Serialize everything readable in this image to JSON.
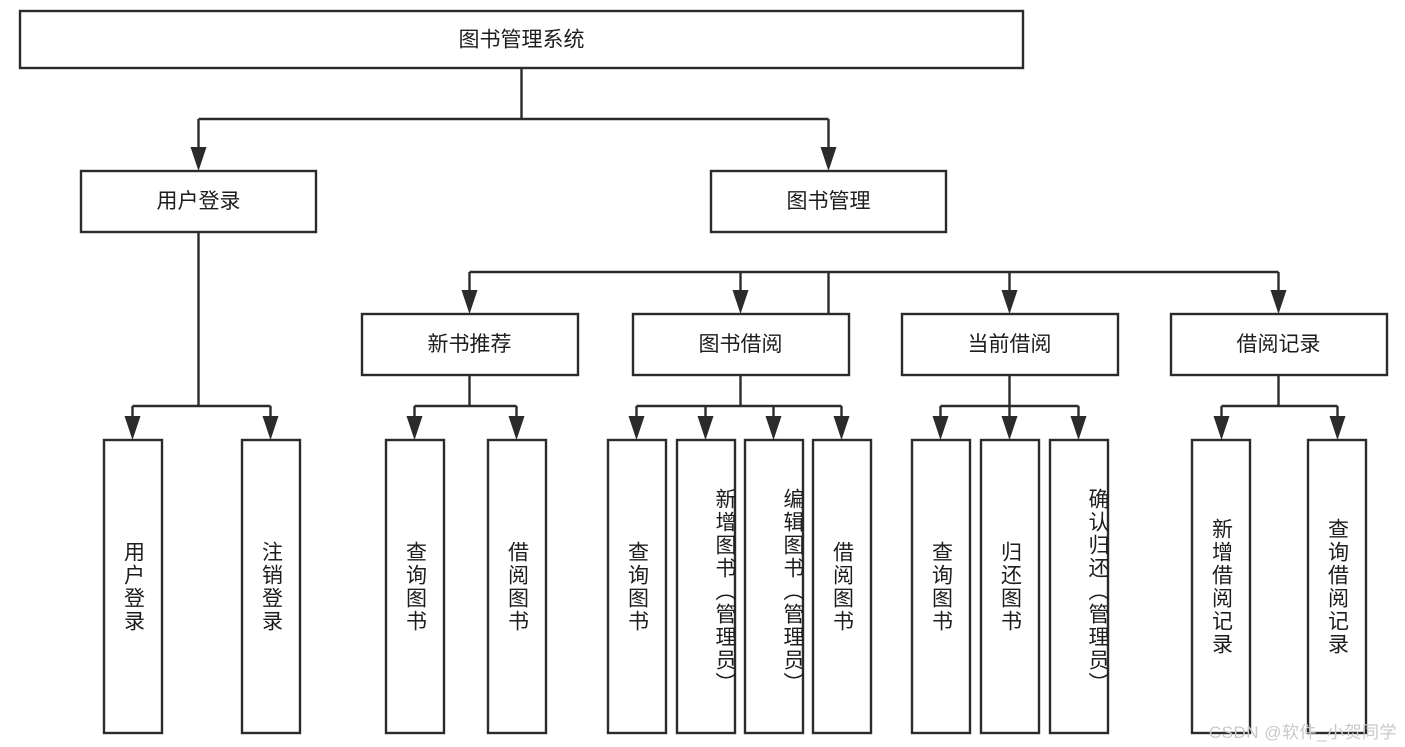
{
  "diagram": {
    "type": "tree",
    "title": "图书管理系统",
    "orientation": "top-down",
    "root": {
      "id": "system",
      "label": "图书管理系统",
      "level": 0
    },
    "levels": [
      {
        "level": 1,
        "nodes": [
          {
            "id": "user-login",
            "label": "用户登录"
          },
          {
            "id": "book-manage",
            "label": "图书管理"
          }
        ]
      },
      {
        "level": 2,
        "nodes": [
          {
            "id": "new-book-recommend",
            "label": "新书推荐",
            "parent": "book-manage"
          },
          {
            "id": "book-borrow",
            "label": "图书借阅",
            "parent": "book-manage"
          },
          {
            "id": "current-borrow",
            "label": "当前借阅",
            "parent": "book-manage"
          },
          {
            "id": "borrow-record",
            "label": "借阅记录",
            "parent": "book-manage"
          }
        ]
      },
      {
        "level": 3,
        "nodes": [
          {
            "id": "leaf-user-login",
            "label": "用户登录",
            "parent": "user-login"
          },
          {
            "id": "leaf-logout-login",
            "label": "注销登录",
            "parent": "user-login"
          },
          {
            "id": "leaf-query-book-1",
            "label": "查询图书",
            "parent": "new-book-recommend"
          },
          {
            "id": "leaf-borrow-book-1",
            "label": "借阅图书",
            "parent": "new-book-recommend"
          },
          {
            "id": "leaf-query-book-2",
            "label": "查询图书",
            "parent": "book-borrow"
          },
          {
            "id": "leaf-add-book",
            "label": "新增图书（管理员）",
            "parent": "book-borrow"
          },
          {
            "id": "leaf-edit-book",
            "label": "编辑图书（管理员）",
            "parent": "book-borrow"
          },
          {
            "id": "leaf-borrow-book-2",
            "label": "借阅图书",
            "parent": "book-borrow"
          },
          {
            "id": "leaf-query-book-3",
            "label": "查询图书",
            "parent": "current-borrow"
          },
          {
            "id": "leaf-return-book",
            "label": "归还图书",
            "parent": "current-borrow"
          },
          {
            "id": "leaf-confirm-return",
            "label": "确认归还（管理员）",
            "parent": "current-borrow"
          },
          {
            "id": "leaf-add-record",
            "label": "新增借阅记录",
            "parent": "borrow-record"
          },
          {
            "id": "leaf-query-record",
            "label": "查询借阅记录",
            "parent": "borrow-record"
          }
        ]
      }
    ],
    "colors": {
      "node_fill": "#ffffff",
      "node_stroke": "#2b2b2b",
      "text": "#1d1d1d",
      "background": "#ffffff",
      "watermark": "#c9c9c9"
    }
  },
  "watermark": {
    "text": "CSDN @软件_小贺同学"
  }
}
